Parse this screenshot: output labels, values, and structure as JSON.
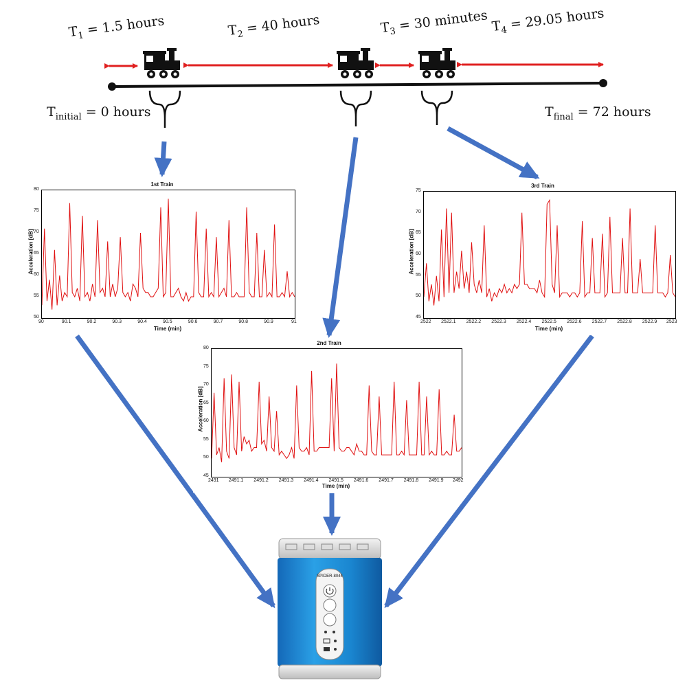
{
  "timeline": {
    "t1": {
      "sym": "T",
      "sub": "1",
      "rest": " = 1.5 hours"
    },
    "t2": {
      "sym": "T",
      "sub": "2",
      "rest": " = 40 hours"
    },
    "t3": {
      "sym": "T",
      "sub": "3",
      "rest": " = 30 minutes"
    },
    "t4": {
      "sym": "T",
      "sub": "4",
      "rest": " = 29.05 hours"
    },
    "t_initial": {
      "sym": "T",
      "sub": "initial",
      "rest": " = 0 hours"
    },
    "t_final": {
      "sym": "T",
      "sub": "final",
      "rest": " = 72 hours"
    }
  },
  "colors": {
    "arrow_red": "#e02020",
    "arrow_blue": "#4472c4",
    "signal": "#e01010",
    "device_blue": "#1e90d6"
  },
  "device": {
    "model_label": "SPIDER-8044",
    "icons": [
      "power-icon",
      "start-icon",
      "stop-icon",
      "battery-icon",
      "network-icon"
    ]
  },
  "chart_data": [
    {
      "type": "line",
      "title": "1st Train",
      "xlabel": "Time (min)",
      "ylabel": "Acceleration [dB]",
      "xlim": [
        90,
        91
      ],
      "ylim": [
        50,
        80
      ],
      "xticks": [
        "90",
        "90.1",
        "90.2",
        "90.3",
        "90.4",
        "90.5",
        "90.6",
        "90.7",
        "90.8",
        "90.9",
        "91"
      ],
      "yticks": [
        "50",
        "55",
        "60",
        "65",
        "70",
        "75",
        "80"
      ],
      "x": [
        90.0,
        90.01,
        90.02,
        90.03,
        90.04,
        90.05,
        90.06,
        90.07,
        90.08,
        90.09,
        90.1,
        90.11,
        90.12,
        90.13,
        90.14,
        90.15,
        90.16,
        90.17,
        90.18,
        90.19,
        90.2,
        90.21,
        90.22,
        90.23,
        90.24,
        90.25,
        90.26,
        90.27,
        90.28,
        90.29,
        90.3,
        90.31,
        90.32,
        90.33,
        90.34,
        90.35,
        90.36,
        90.37,
        90.38,
        90.39,
        90.4,
        90.41,
        90.42,
        90.43,
        90.44,
        90.45,
        90.46,
        90.47,
        90.48,
        90.49,
        90.5,
        90.51,
        90.52,
        90.53,
        90.54,
        90.55,
        90.56,
        90.57,
        90.58,
        90.59,
        90.6,
        90.61,
        90.62,
        90.63,
        90.64,
        90.65,
        90.66,
        90.67,
        90.68,
        90.69,
        90.7,
        90.71,
        90.72,
        90.73,
        90.74,
        90.75,
        90.76,
        90.77,
        90.78,
        90.79,
        90.8,
        90.81,
        90.82,
        90.83,
        90.84,
        90.85,
        90.86,
        90.87,
        90.88,
        90.89,
        90.9,
        90.91,
        90.92,
        90.93,
        90.94,
        90.95,
        90.96,
        90.97,
        90.98,
        90.99,
        91.0
      ],
      "y": [
        53,
        71,
        54,
        59,
        52,
        66,
        53,
        60,
        54,
        56,
        55,
        77,
        56,
        55,
        57,
        54,
        74,
        55,
        56,
        54,
        58,
        55,
        73,
        56,
        57,
        55,
        68,
        55,
        58,
        55,
        57,
        69,
        56,
        55,
        56,
        54,
        58,
        57,
        55,
        70,
        57,
        56,
        56,
        55,
        55,
        56,
        57,
        76,
        55,
        56,
        78,
        55,
        55,
        56,
        57,
        55,
        54,
        56,
        54,
        55,
        55,
        75,
        56,
        55,
        55,
        71,
        55,
        56,
        55,
        69,
        55,
        56,
        57,
        55,
        73,
        55,
        55,
        56,
        55,
        55,
        55,
        76,
        56,
        55,
        55,
        70,
        55,
        55,
        66,
        55,
        56,
        55,
        72,
        55,
        55,
        56,
        55,
        61,
        55,
        56,
        55
      ]
    },
    {
      "type": "line",
      "title": "2nd Train",
      "xlabel": "Time (min)",
      "ylabel": "Acceleration [dB]",
      "xlim": [
        2491,
        2492
      ],
      "ylim": [
        45,
        80
      ],
      "xticks": [
        "2491",
        "2491.1",
        "2491.2",
        "2491.3",
        "2491.4",
        "2491.5",
        "2491.6",
        "2491.7",
        "2491.8",
        "2491.9",
        "2492"
      ],
      "yticks": [
        "45",
        "50",
        "55",
        "60",
        "65",
        "70",
        "75",
        "80"
      ],
      "x": [
        2491.0,
        2491.01,
        2491.02,
        2491.03,
        2491.04,
        2491.05,
        2491.06,
        2491.07,
        2491.08,
        2491.09,
        2491.1,
        2491.11,
        2491.12,
        2491.13,
        2491.14,
        2491.15,
        2491.16,
        2491.17,
        2491.18,
        2491.19,
        2491.2,
        2491.21,
        2491.22,
        2491.23,
        2491.24,
        2491.25,
        2491.26,
        2491.27,
        2491.28,
        2491.29,
        2491.3,
        2491.31,
        2491.32,
        2491.33,
        2491.34,
        2491.35,
        2491.36,
        2491.37,
        2491.38,
        2491.39,
        2491.4,
        2491.41,
        2491.42,
        2491.43,
        2491.44,
        2491.45,
        2491.46,
        2491.47,
        2491.48,
        2491.49,
        2491.5,
        2491.51,
        2491.52,
        2491.53,
        2491.54,
        2491.55,
        2491.56,
        2491.57,
        2491.58,
        2491.59,
        2491.6,
        2491.61,
        2491.62,
        2491.63,
        2491.64,
        2491.65,
        2491.66,
        2491.67,
        2491.68,
        2491.69,
        2491.7,
        2491.71,
        2491.72,
        2491.73,
        2491.74,
        2491.75,
        2491.76,
        2491.77,
        2491.78,
        2491.79,
        2491.8,
        2491.81,
        2491.82,
        2491.83,
        2491.84,
        2491.85,
        2491.86,
        2491.87,
        2491.88,
        2491.89,
        2491.9,
        2491.91,
        2491.92,
        2491.93,
        2491.94,
        2491.95,
        2491.96,
        2491.97,
        2491.98,
        2491.99,
        2492.0
      ],
      "y": [
        50,
        68,
        51,
        53,
        49,
        72,
        52,
        50,
        73,
        53,
        51,
        71,
        52,
        56,
        54,
        55,
        52,
        53,
        53,
        71,
        54,
        55,
        52,
        67,
        53,
        52,
        63,
        51,
        52,
        51,
        50,
        51,
        53,
        50,
        70,
        53,
        52,
        52,
        53,
        51,
        74,
        52,
        52,
        53,
        53,
        53,
        53,
        53,
        72,
        52,
        76,
        53,
        52,
        52,
        53,
        53,
        52,
        51,
        54,
        52,
        52,
        51,
        51,
        70,
        52,
        51,
        51,
        67,
        51,
        51,
        51,
        51,
        51,
        71,
        51,
        51,
        52,
        51,
        66,
        51,
        51,
        51,
        51,
        71,
        51,
        51,
        67,
        51,
        52,
        51,
        51,
        69,
        51,
        51,
        52,
        51,
        51,
        62,
        52,
        52,
        53
      ]
    },
    {
      "type": "line",
      "title": "3rd Train",
      "xlabel": "Time (min)",
      "ylabel": "Acceleration [dB]",
      "xlim": [
        2522,
        2523
      ],
      "ylim": [
        45,
        75
      ],
      "xticks": [
        "2522",
        "2522.1",
        "2522.2",
        "2522.3",
        "2522.4",
        "2522.5",
        "2522.6",
        "2522.7",
        "2522.8",
        "2522.9",
        "2523"
      ],
      "yticks": [
        "45",
        "50",
        "55",
        "60",
        "65",
        "70",
        "75"
      ],
      "x": [
        2522.0,
        2522.01,
        2522.02,
        2522.03,
        2522.04,
        2522.05,
        2522.06,
        2522.07,
        2522.08,
        2522.09,
        2522.1,
        2522.11,
        2522.12,
        2522.13,
        2522.14,
        2522.15,
        2522.16,
        2522.17,
        2522.18,
        2522.19,
        2522.2,
        2522.21,
        2522.22,
        2522.23,
        2522.24,
        2522.25,
        2522.26,
        2522.27,
        2522.28,
        2522.29,
        2522.3,
        2522.31,
        2522.32,
        2522.33,
        2522.34,
        2522.35,
        2522.36,
        2522.37,
        2522.38,
        2522.39,
        2522.4,
        2522.41,
        2522.42,
        2522.43,
        2522.44,
        2522.45,
        2522.46,
        2522.47,
        2522.48,
        2522.49,
        2522.5,
        2522.51,
        2522.52,
        2522.53,
        2522.54,
        2522.55,
        2522.56,
        2522.57,
        2522.58,
        2522.59,
        2522.6,
        2522.61,
        2522.62,
        2522.63,
        2522.64,
        2522.65,
        2522.66,
        2522.67,
        2522.68,
        2522.69,
        2522.7,
        2522.71,
        2522.72,
        2522.73,
        2522.74,
        2522.75,
        2522.76,
        2522.77,
        2522.78,
        2522.79,
        2522.8,
        2522.81,
        2522.82,
        2522.83,
        2522.84,
        2522.85,
        2522.86,
        2522.87,
        2522.88,
        2522.89,
        2522.9,
        2522.91,
        2522.92,
        2522.93,
        2522.94,
        2522.95,
        2522.96,
        2522.97,
        2522.98,
        2522.99,
        2523.0
      ],
      "y": [
        50,
        58,
        49,
        53,
        48,
        55,
        49,
        66,
        50,
        71,
        51,
        70,
        51,
        56,
        52,
        61,
        52,
        56,
        51,
        63,
        53,
        51,
        54,
        51,
        67,
        50,
        52,
        49,
        51,
        50,
        52,
        51,
        53,
        51,
        52,
        51,
        53,
        52,
        53,
        70,
        53,
        53,
        52,
        52,
        52,
        51,
        54,
        51,
        50,
        72,
        73,
        53,
        51,
        67,
        50,
        51,
        51,
        51,
        50,
        51,
        51,
        50,
        51,
        68,
        50,
        51,
        51,
        64,
        51,
        51,
        51,
        65,
        50,
        51,
        69,
        51,
        51,
        51,
        51,
        64,
        51,
        51,
        71,
        51,
        51,
        51,
        59,
        51,
        51,
        51,
        51,
        51,
        67,
        51,
        51,
        51,
        50,
        51,
        60,
        51,
        50
      ]
    }
  ]
}
